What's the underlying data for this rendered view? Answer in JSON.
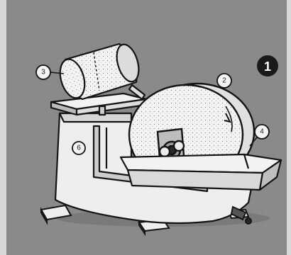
{
  "figure": {
    "number": "1",
    "callouts": [
      {
        "id": "drum",
        "label": "3"
      },
      {
        "id": "wheel",
        "label": "2"
      },
      {
        "id": "frame",
        "label": "6"
      },
      {
        "id": "trough",
        "label": "4"
      }
    ]
  },
  "colors": {
    "background": "#8a8a8a",
    "outline": "#141414",
    "machine_fill": "#eeeeee",
    "shadow": "#5a5a5a",
    "badge": "#1a1a1a"
  }
}
